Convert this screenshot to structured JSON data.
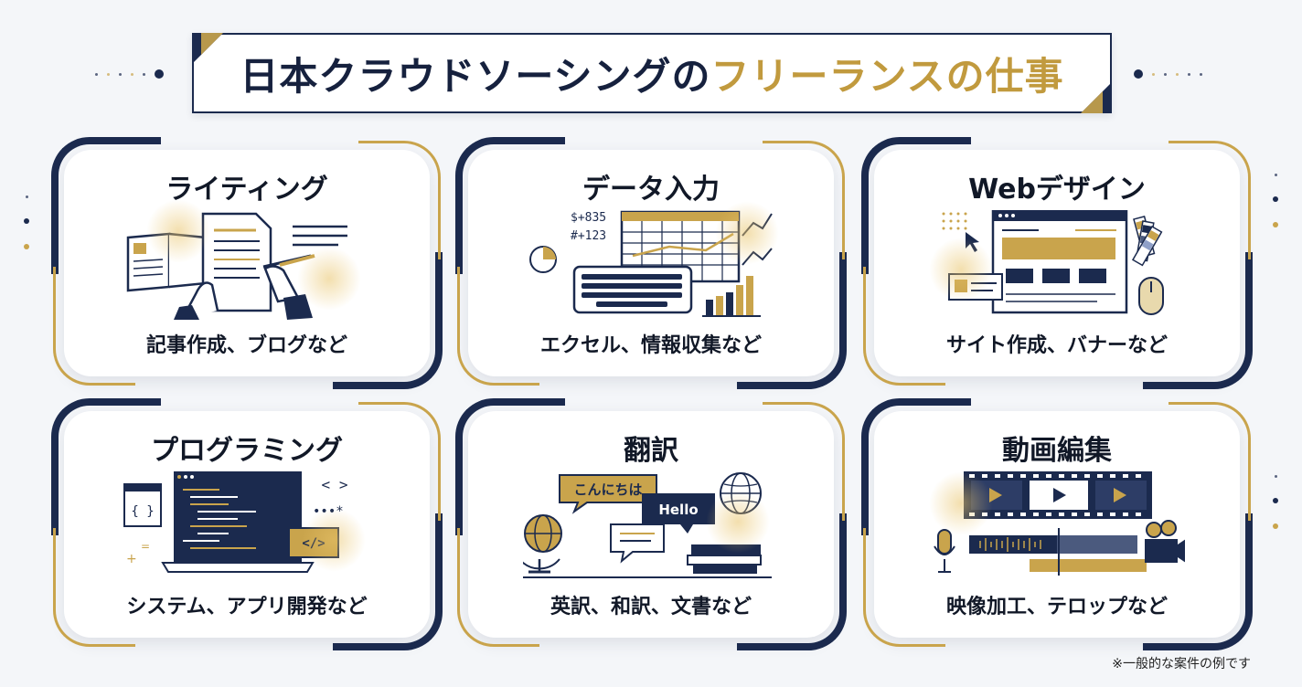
{
  "page": {
    "title_part1": "日本クラウドソーシングの",
    "title_part2": "フリーランスの仕事",
    "footnote": "※一般的な案件の例です"
  },
  "colors": {
    "navy": "#1b2a4e",
    "gold": "#c9a44c",
    "background": "#f4f6f9",
    "card": "#ffffff"
  },
  "cards": [
    {
      "title": "ライティング",
      "desc": "記事作成、ブログなど",
      "icon": "writing-icon"
    },
    {
      "title": "データ入力",
      "desc": "エクセル、情報収集など",
      "icon": "data-entry-icon"
    },
    {
      "title": "Webデザイン",
      "desc": "サイト作成、バナーなど",
      "icon": "web-design-icon"
    },
    {
      "title": "プログラミング",
      "desc": "システム、アプリ開発など",
      "icon": "programming-icon"
    },
    {
      "title": "翻訳",
      "desc": "英訳、和訳、文書など",
      "icon": "translation-icon"
    },
    {
      "title": "動画編集",
      "desc": "映像加工、テロップなど",
      "icon": "video-editing-icon"
    }
  ],
  "illustration_text": {
    "data_entry_value1": "$+835",
    "data_entry_value2": "#+123",
    "translation_bubble_jp": "こんにちは",
    "translation_bubble_en": "Hello",
    "programming_braces": "{ }",
    "programming_tag": "</>",
    "programming_angle": "< >",
    "programming_dots": "•••*"
  }
}
